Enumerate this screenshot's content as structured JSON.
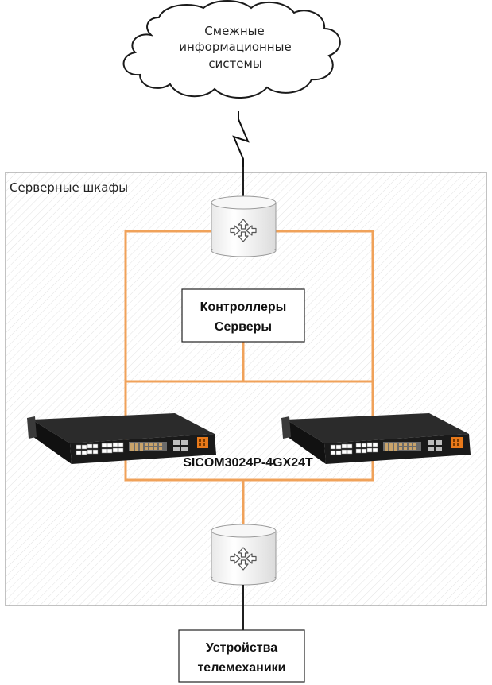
{
  "cloud": {
    "line1": "Смежные",
    "line2": "информационные",
    "line3": "системы"
  },
  "zone": {
    "title": "Серверные шкафы"
  },
  "controllers": {
    "line1": "Контроллеры",
    "line2": "Серверы"
  },
  "switch_model": "SICOM3024P-4GX24T",
  "telemechanics": {
    "line1": "Устройства",
    "line2": "телемеханики"
  },
  "colors": {
    "link_orange": "#f0a25a",
    "dark_line": "#1f1f1f",
    "zone_border": "#9a9a9a",
    "switch_body": "#1c1c1c",
    "port_orange": "#e8791a"
  }
}
